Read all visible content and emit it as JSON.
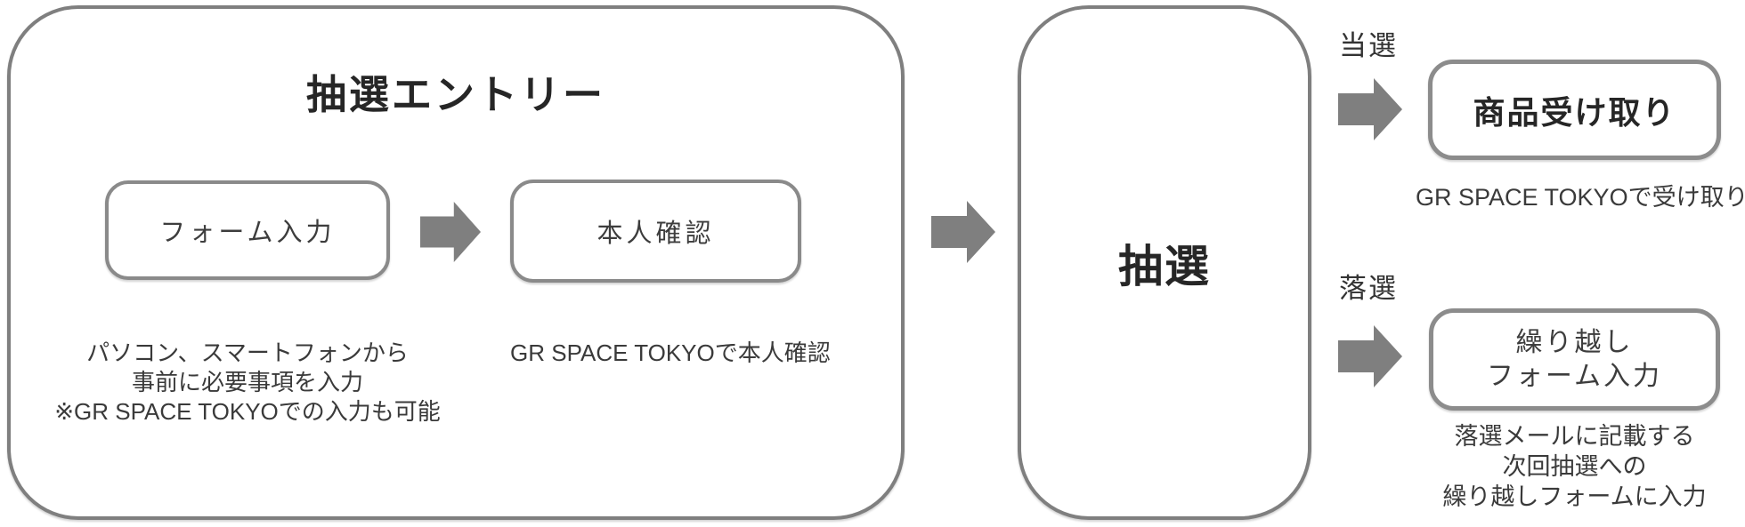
{
  "entry": {
    "title": "抽選エントリー",
    "steps": [
      {
        "label": "フォーム入力",
        "caption_lines": [
          "パソコン、スマートフォンから",
          "事前に必要事項を入力",
          "※GR SPACE TOKYOでの入力も可能"
        ]
      },
      {
        "label": "本人確認",
        "caption_lines": [
          "GR SPACE TOKYOで本人確認"
        ]
      }
    ]
  },
  "lottery": {
    "title": "抽選"
  },
  "outcomes": [
    {
      "result_label": "当選",
      "box_label_lines": [
        "商品受け取り"
      ],
      "caption_lines": [
        "GR SPACE TOKYOで受け取り"
      ]
    },
    {
      "result_label": "落選",
      "box_label_lines": [
        "繰り越し",
        "フォーム入力"
      ],
      "caption_lines": [
        "落選メールに記載する",
        "次回抽選への",
        "繰り越しフォームに入力"
      ]
    }
  ],
  "colors": {
    "box_border": "#7f7f7f",
    "small_box_border": "#8c8c8c",
    "arrow_fill": "#7f7f7f",
    "heading_text": "#262626",
    "body_text": "#3a3a3a"
  }
}
